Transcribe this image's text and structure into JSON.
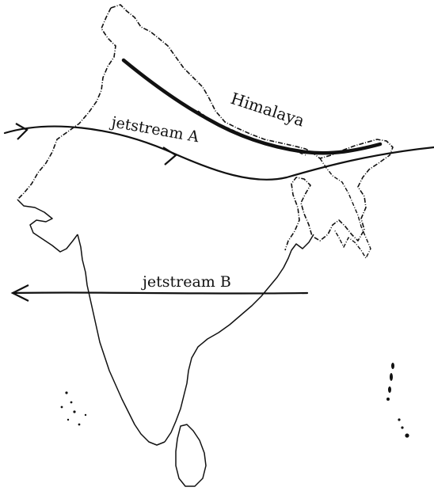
{
  "map": {
    "labels": {
      "himalaya": "Himalaya",
      "jetstream_a": "jetstream A",
      "jetstream_b": "jetstream B"
    },
    "colors": {
      "ink": "#111111",
      "paper": "#ffffff"
    }
  }
}
